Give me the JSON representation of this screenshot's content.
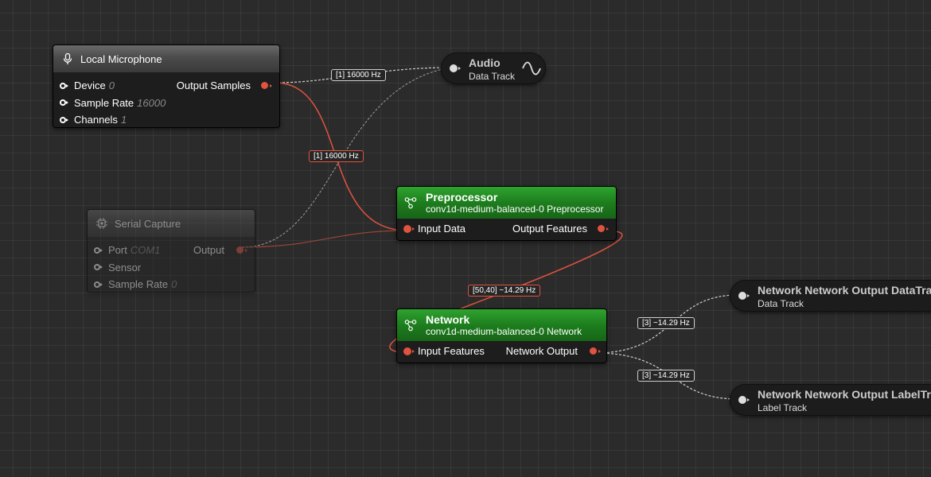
{
  "nodes": {
    "local_mic": {
      "title": "Local Microphone",
      "inputs": [
        {
          "label": "Device",
          "value": "0"
        },
        {
          "label": "Sample Rate",
          "value": "16000"
        },
        {
          "label": "Channels",
          "value": "1"
        }
      ],
      "output": "Output Samples"
    },
    "serial": {
      "title": "Serial Capture",
      "inputs": [
        {
          "label": "Port",
          "value": "COM1"
        },
        {
          "label": "Sensor",
          "value": ""
        },
        {
          "label": "Sample Rate",
          "value": "0"
        }
      ],
      "output": "Output"
    },
    "preprocessor": {
      "title": "Preprocessor",
      "subtitle": "conv1d-medium-balanced-0 Preprocessor",
      "input": "Input Data",
      "output": "Output Features"
    },
    "network": {
      "title": "Network",
      "subtitle": "conv1d-medium-balanced-0 Network",
      "input": "Input Features",
      "output": "Network Output"
    }
  },
  "tracks": {
    "audio": {
      "title": "Audio",
      "subtitle": "Data Track"
    },
    "net_data": {
      "title": "Network Network Output DataTrack",
      "subtitle": "Data Track"
    },
    "net_label": {
      "title": "Network Network Output LabelTrack",
      "subtitle": "Label Track"
    }
  },
  "wire_labels": {
    "audio_rate": "[1] 16000 Hz",
    "pre_rate": "[1] 16000 Hz",
    "features_rate": "[50,40] ~14.29 Hz",
    "net_data_rate": "[3] ~14.29 Hz",
    "net_label_rate": "[3] ~14.29 Hz"
  },
  "colors": {
    "canvas_bg": "#2b2b2b",
    "active_wire": "#e0533f",
    "inactive_wire": "#cfcfcf",
    "node_green": "#1d7d1d"
  },
  "icons": {
    "local_mic": "microphone-icon",
    "serial": "chip-icon",
    "preprocessor": "graph-node-icon",
    "network": "graph-node-icon",
    "audio": "sine-wave-icon"
  }
}
